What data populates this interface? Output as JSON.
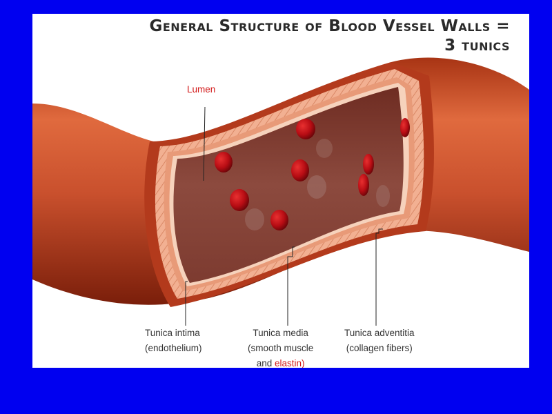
{
  "title": {
    "line1": "General Structure of Blood Vessel Walls =",
    "line2": "3 tunics"
  },
  "labels": {
    "lumen": "Lumen",
    "intima_name": "Tunica intima",
    "intima_detail": "(endothelium)",
    "media_name": "Tunica media",
    "media_detail_1": "(smooth muscle",
    "media_detail_2_a": "and ",
    "media_detail_2_b": "elastin)",
    "adventitia_name": "Tunica adventitia",
    "adventitia_detail": "(collagen fibers)"
  },
  "colors": {
    "background": "#0000f0",
    "slide": "#ffffff",
    "label_red": "#d21818",
    "vessel": "#c9502d",
    "blood_cell": "#b80d14"
  }
}
